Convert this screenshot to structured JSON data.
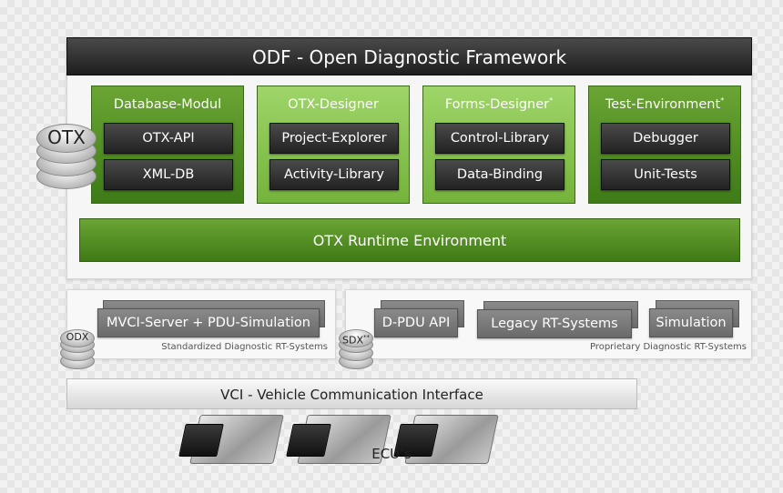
{
  "framework": {
    "title": "ODF - Open Diagnostic Framework",
    "modules": [
      {
        "title": "Database-Modul",
        "sup": "",
        "items": [
          "OTX-API",
          "XML-DB"
        ],
        "shade": "dark"
      },
      {
        "title": "OTX-Designer",
        "sup": "",
        "items": [
          "Project-Explorer",
          "Activity-Library"
        ],
        "shade": "light"
      },
      {
        "title": "Forms-Designer",
        "sup": "*",
        "items": [
          "Control-Library",
          "Data-Binding"
        ],
        "shade": "light"
      },
      {
        "title": "Test-Environment",
        "sup": "*",
        "items": [
          "Debugger",
          "Unit-Tests"
        ],
        "shade": "dark"
      }
    ],
    "runtime_label": "OTX Runtime Environment",
    "db_otx": "OTX"
  },
  "rt_systems": {
    "standardized": {
      "button": "MVCI-Server + PDU-Simulation",
      "caption": "Standardized Diagnostic RT-Systems",
      "db_label": "ODX"
    },
    "proprietary": {
      "buttons": [
        "D-PDU API",
        "Legacy RT-Systems",
        "Simulation"
      ],
      "caption": "Proprietary Diagnostic RT-Systems",
      "db_label": "SDX",
      "db_sup": "**"
    }
  },
  "vci_label": "VCI - Vehicle Communication Interface",
  "ecu_label": "ECU’s",
  "colors": {
    "header_dark": "#1e1e1e",
    "green_dark": "#3e7a16",
    "green_light": "#74b33b",
    "chip_dark": "#222222"
  }
}
